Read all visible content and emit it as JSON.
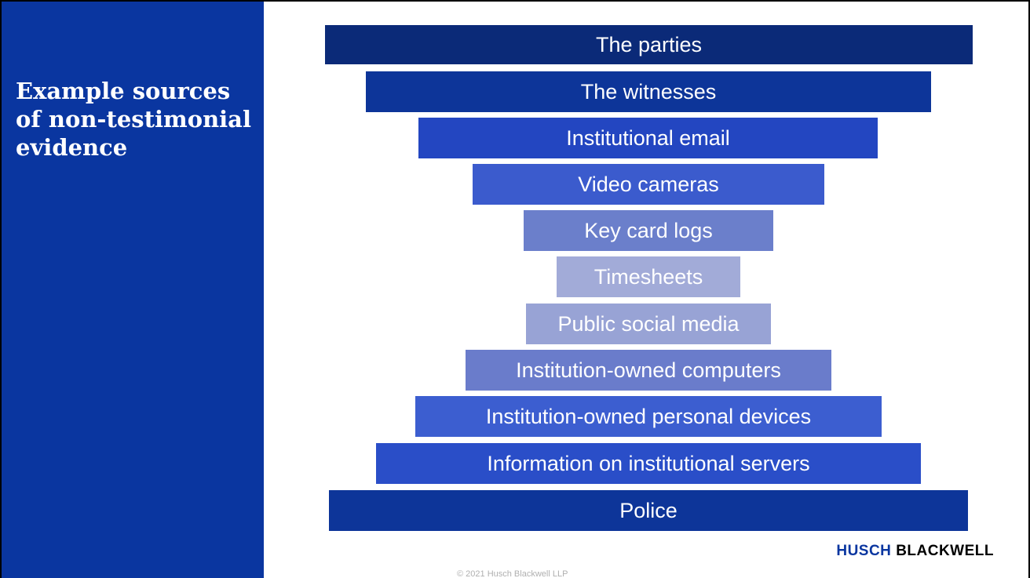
{
  "sidebar": {
    "title": "Example sources of non-testimonial evidence",
    "color": "#0a36a0"
  },
  "funnel": {
    "items": [
      {
        "label": "The parties",
        "color": "#0b2a78"
      },
      {
        "label": "The witnesses",
        "color": "#0d3599"
      },
      {
        "label": "Institutional email",
        "color": "#2346c1"
      },
      {
        "label": "Video cameras",
        "color": "#3b5bcd"
      },
      {
        "label": "Key card logs",
        "color": "#6b7fcb"
      },
      {
        "label": "Timesheets",
        "color": "#a2abd8"
      },
      {
        "label": "Public social media",
        "color": "#98a3d5"
      },
      {
        "label": "Institution-owned computers",
        "color": "#6a7ccb"
      },
      {
        "label": "Institution-owned personal devices",
        "color": "#3c5ed0"
      },
      {
        "label": "Information on institutional servers",
        "color": "#2a4ec8"
      },
      {
        "label": "Police",
        "color": "#0d3599"
      }
    ]
  },
  "logo": {
    "part1": "HUSCH",
    "part2": "BLACKWELL"
  },
  "footer": {
    "copyright": "© 2021 Husch Blackwell LLP"
  }
}
